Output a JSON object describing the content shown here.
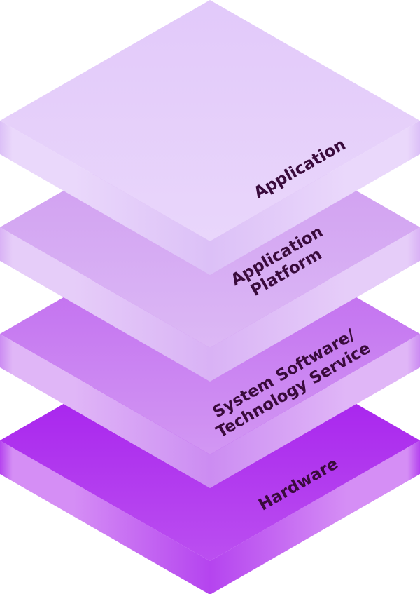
{
  "layers": [
    {
      "label_lines": [
        "Application"
      ],
      "colors": {
        "top_from": "#e2c9fa",
        "top_to": "#e9d6fb",
        "side_from": "#dcc0f7",
        "side_to": "#ead8fb"
      }
    },
    {
      "label_lines": [
        "Application",
        "Platform"
      ],
      "colors": {
        "top_from": "#cd98f0",
        "top_to": "#dcb8f5",
        "side_from": "#d9b2f5",
        "side_to": "#e6cdf9"
      }
    },
    {
      "label_lines": [
        "System Software/",
        "Technology Service"
      ],
      "colors": {
        "top_from": "#bd62ef",
        "top_to": "#d297f3",
        "side_from": "#cc8cf2",
        "side_to": "#e0b6f7"
      }
    },
    {
      "label_lines": [
        "Hardware"
      ],
      "colors": {
        "top_from": "#a012ec",
        "top_to": "#bb4ff0",
        "side_from": "#b544ef",
        "side_to": "#d58ef5"
      }
    }
  ],
  "text_color": "#3a0b3c"
}
